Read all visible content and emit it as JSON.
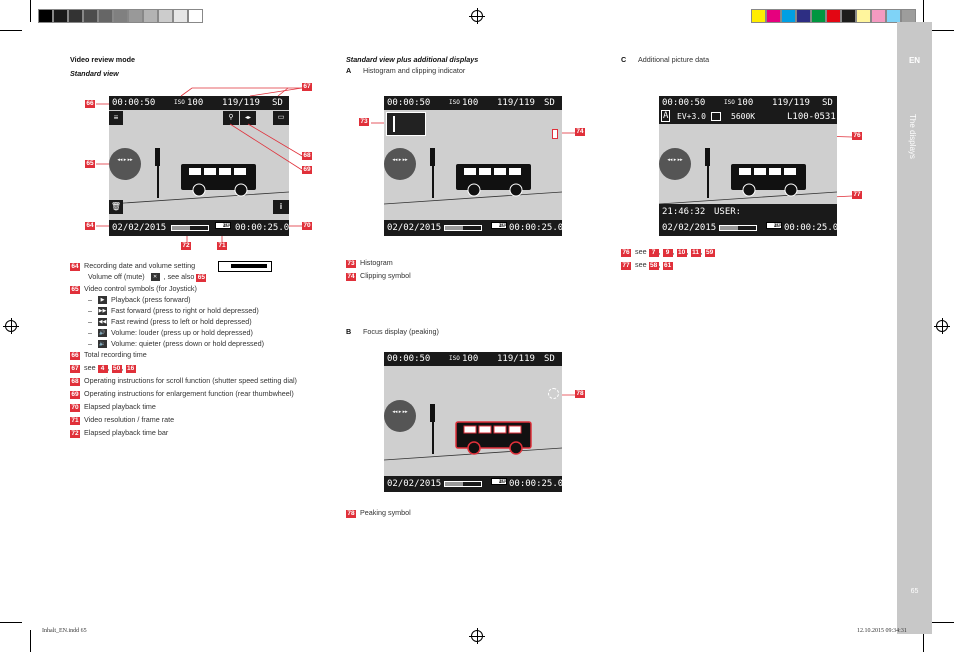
{
  "left": {
    "heading": "Video review mode",
    "subheading": "Standard view",
    "screen": {
      "total_time": "00:00:50",
      "iso_label": "ISO",
      "iso_value": "100",
      "count": "119/119",
      "card": "SD",
      "date": "02/02/2015",
      "elapsed": "00:00:25.00",
      "res_line1": "4K",
      "res_line2": "25P",
      "progress_fraction": 0.5
    },
    "callouts": {
      "c64": "64",
      "c65": "65",
      "c66": "66",
      "c67": "67",
      "c68": "68",
      "c69": "69",
      "c70": "70",
      "c71": "71",
      "c72": "72"
    },
    "legend": [
      {
        "num": "64",
        "text": "Recording date and volume setting"
      },
      {
        "num": "65",
        "text": "Video control symbols (for Joystick)"
      },
      {
        "num": "66",
        "text": "Total recording time"
      },
      {
        "num": "67",
        "text": "see"
      },
      {
        "num": "68",
        "text": "Operating instructions for scroll function (shutter speed setting dial)"
      },
      {
        "num": "69",
        "text": "Operating instructions for enlargement function (rear thumbwheel)"
      },
      {
        "num": "70",
        "text": "Elapsed playback time"
      },
      {
        "num": "71",
        "text": "Video resolution / frame rate"
      },
      {
        "num": "72",
        "text": "Elapsed playback time bar"
      }
    ],
    "volume_off": "Volume off (mute)",
    "see_also": ", see also",
    "see_also_num": "65",
    "see_refs_67": [
      "4",
      "50",
      "16"
    ],
    "controls": [
      {
        "sym": "▶",
        "text": "Playback (press forward)"
      },
      {
        "sym": "▶▶",
        "text": "Fast forward (press to right or hold depressed)"
      },
      {
        "sym": "◀◀",
        "text": "Fast rewind (press to left or hold depressed)"
      },
      {
        "sym": "🔊",
        "text": "Volume: louder (press up or hold depressed)"
      },
      {
        "sym": "🔉",
        "text": "Volume: quieter (press down or hold depressed)"
      }
    ]
  },
  "middle": {
    "heading": "Standard view plus additional displays",
    "a_letter": "A",
    "a_text": "Histogram and clipping indicator",
    "b_letter": "B",
    "b_text": "Focus display (peaking)",
    "legend_a": [
      {
        "num": "73",
        "text": "Histogram"
      },
      {
        "num": "74",
        "text": "Clipping symbol"
      }
    ],
    "legend_b": [
      {
        "num": "78",
        "text": "Peaking symbol"
      }
    ],
    "callouts": {
      "c73": "73",
      "c74": "74",
      "c78": "78"
    }
  },
  "right": {
    "c_letter": "C",
    "c_text": "Additional picture data",
    "screen": {
      "mode": "A",
      "ev": "EV+3.0",
      "wb": "5600K",
      "file": "L100-0531",
      "time": "21:46:32",
      "user": "USER:"
    },
    "callouts": {
      "c76": "76",
      "c77": "77"
    },
    "legend": [
      {
        "num": "76",
        "text": "see",
        "refs": [
          "7",
          "9",
          "10",
          "11",
          "59"
        ]
      },
      {
        "num": "77",
        "text": "see",
        "refs": [
          "58",
          "61"
        ]
      }
    ]
  },
  "sidebar": {
    "lang": "EN",
    "title": "The displays",
    "page": "65"
  },
  "footer": {
    "file": "Inhalt_EN.indd   65",
    "datetime": "12.10.2015   09:34:31"
  },
  "colors": {
    "accent_red": "#e0303a",
    "swatches_gray": [
      "#000000",
      "#1a1a1a",
      "#333333",
      "#4d4d4d",
      "#666666",
      "#808080",
      "#999999",
      "#b3b3b3",
      "#cccccc",
      "#e6e6e6",
      "#ffffff"
    ],
    "swatches_color": [
      "#ffed00",
      "#e6007e",
      "#009fe3",
      "#2d2e83",
      "#009640",
      "#e30613",
      "#1d1d1b",
      "#fff59d",
      "#f49ac1",
      "#7fd3f7",
      "#9d9d9c"
    ]
  }
}
